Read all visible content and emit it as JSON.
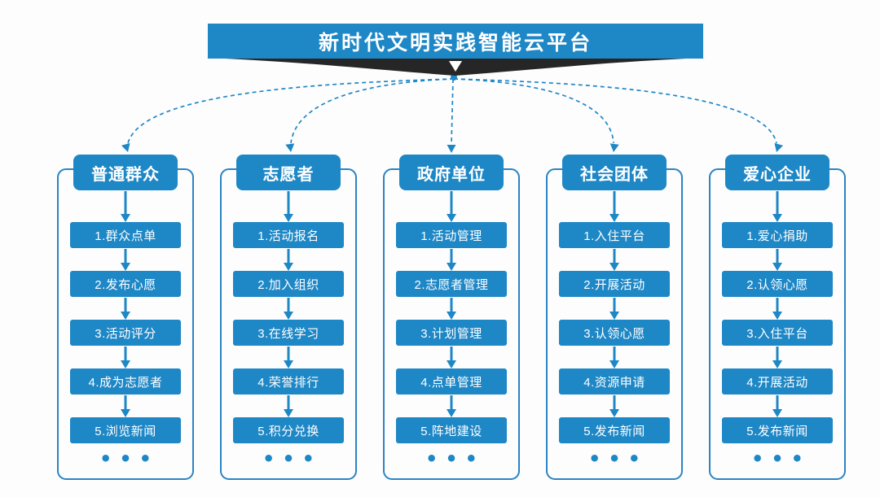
{
  "title": "新时代文明实践智能云平台",
  "colors": {
    "primary_blue": "#1E87C6",
    "outline_blue": "#2B84C3",
    "ribbon_dark": "#262626",
    "background": "#FDFDFD",
    "text_on_blue": "#FFFFFF"
  },
  "icons": {
    "banner_pointer": "white-down-triangle",
    "step_connector": "solid-down-arrow",
    "fanout_connector": "dashed-curve-down-arrow",
    "hub": "small-blue-dot"
  },
  "columns": [
    {
      "header": "普通群众",
      "steps": [
        "1.群众点单",
        "2.发布心愿",
        "3.活动评分",
        "4.成为志愿者",
        "5.浏览新闻"
      ],
      "more": "•••"
    },
    {
      "header": "志愿者",
      "steps": [
        "1.活动报名",
        "2.加入组织",
        "3.在线学习",
        "4.荣誉排行",
        "5.积分兑换"
      ],
      "more": "•••"
    },
    {
      "header": "政府单位",
      "steps": [
        "1.活动管理",
        "2.志愿者管理",
        "3.计划管理",
        "4.点单管理",
        "5.阵地建设"
      ],
      "more": "•••"
    },
    {
      "header": "社会团体",
      "steps": [
        "1.入住平台",
        "2.开展活动",
        "3.认领心愿",
        "4.资源申请",
        "5.发布新闻"
      ],
      "more": "•••"
    },
    {
      "header": "爱心企业",
      "steps": [
        "1.爱心捐助",
        "2.认领心愿",
        "3.入住平台",
        "4.开展活动",
        "5.发布新闻"
      ],
      "more": "•••"
    }
  ]
}
